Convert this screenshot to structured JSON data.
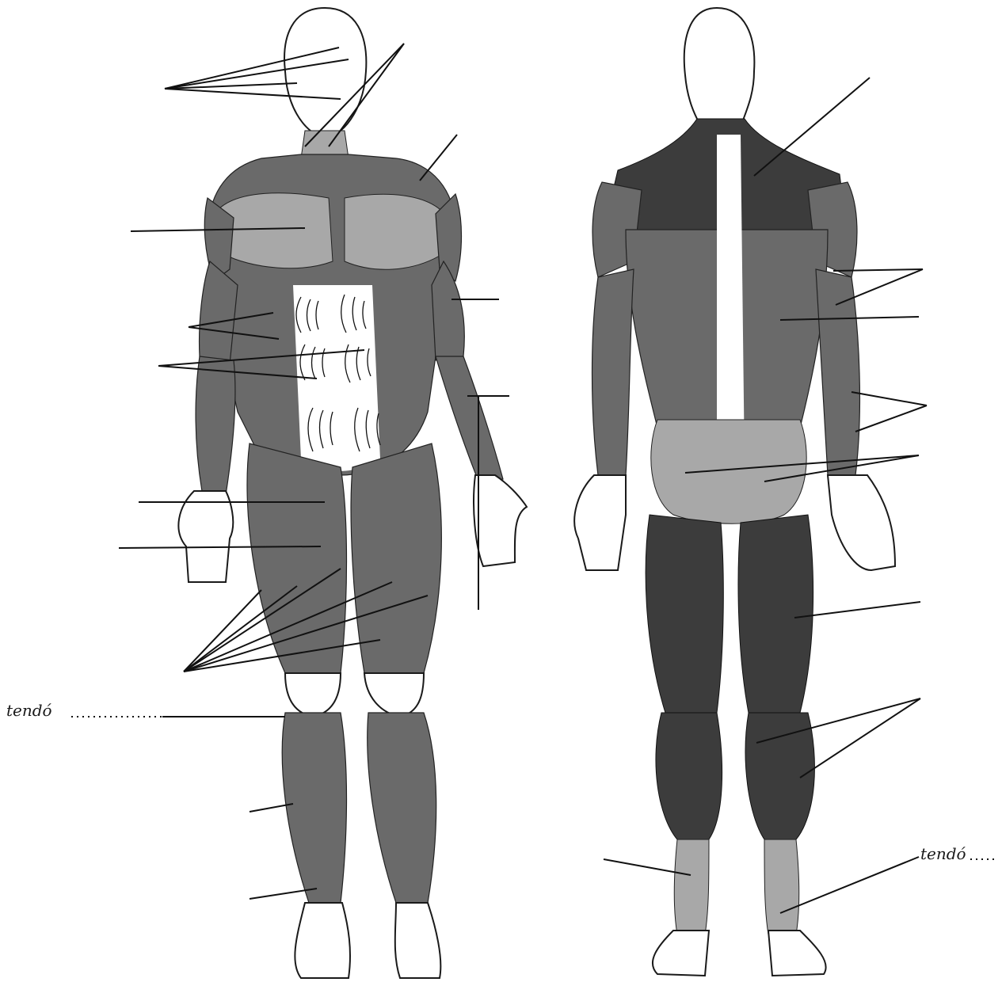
{
  "labels": {
    "front_tendon": "tendó",
    "back_tendon": "tendó"
  },
  "figures": {
    "front": "anterior-view",
    "back": "posterior-view"
  }
}
